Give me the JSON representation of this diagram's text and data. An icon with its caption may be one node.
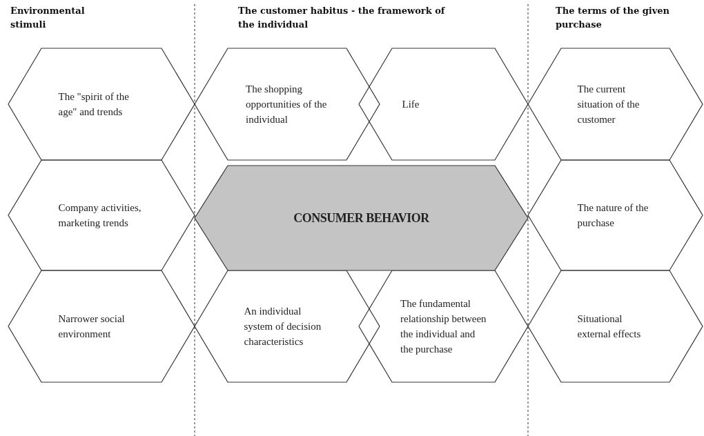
{
  "diagram": {
    "nodes": [
      {
        "text": [
          "The \"spirit of the age\" and trends"
        ]
      },
      {
        "text": [
          "Company activities, marketing trends"
        ]
      },
      {
        "text": [
          "Narrower social environment"
        ]
      },
      {
        "text": [
          "The shopping opportunities of the individual"
        ]
      },
      {
        "text": [
          "An individual system of decision characteristics"
        ]
      },
      {
        "text": [
          "Life"
        ]
      },
      {
        "text": [
          "The fundamental relationship between the individual and the purchase"
        ]
      },
      {
        "text": [
          "The current situation of the customer"
        ]
      },
      {
        "text": [
          "The nature of the purchase"
        ]
      },
      {
        "text": [
          "Situational external effects"
        ]
      },
      {
        "text": [
          "CONSUMER BEHAVIOR"
        ]
      }
    ],
    "labels": [
      "Environmental stimuli",
      "The customer habitus - the framework of the individual",
      "The terms of the given purchase"
    ]
  }
}
